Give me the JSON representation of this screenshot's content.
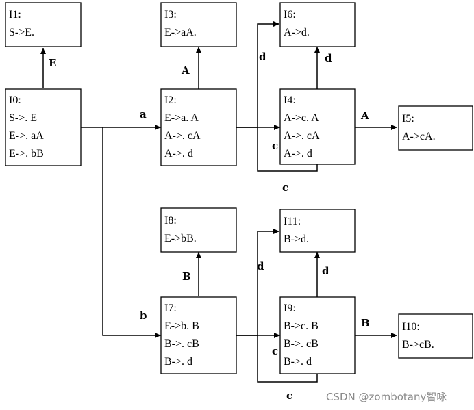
{
  "states": {
    "I0": [
      "I0:",
      "S->. E",
      "E->. aA",
      "E->. bB"
    ],
    "I1": [
      "I1:",
      "S->E."
    ],
    "I2": [
      "I2:",
      "E->a. A",
      "A->. cA",
      "A->. d"
    ],
    "I3": [
      "I3:",
      "E->aA."
    ],
    "I4": [
      "I4:",
      "A->c. A",
      "A->. cA",
      "A->. d"
    ],
    "I5": [
      "I5:",
      "A->cA."
    ],
    "I6": [
      "I6:",
      "A->d."
    ],
    "I7": [
      "I7:",
      "E->b. B",
      "B->. cB",
      "B->. d"
    ],
    "I8": [
      "I8:",
      "E->bB."
    ],
    "I9": [
      "I9:",
      "B->c. B",
      "B->. cB",
      "B->. d"
    ],
    "I10": [
      "I10:",
      "B->cB."
    ],
    "I11": [
      "I11:",
      "B->d."
    ]
  },
  "edges": {
    "I0_I1": "E",
    "I0_I2": "a",
    "I0_I7": "b",
    "I2_I3": "A",
    "I2_I4": "c",
    "I2_I6": "d",
    "I4_I4": "c",
    "I4_I5": "A",
    "I4_I6": "d",
    "I7_I8": "B",
    "I7_I9": "c",
    "I7_I11": "d",
    "I9_I9": "c",
    "I9_I10": "B",
    "I9_I11": "d"
  },
  "watermark": "CSDN @zombotany智咏"
}
